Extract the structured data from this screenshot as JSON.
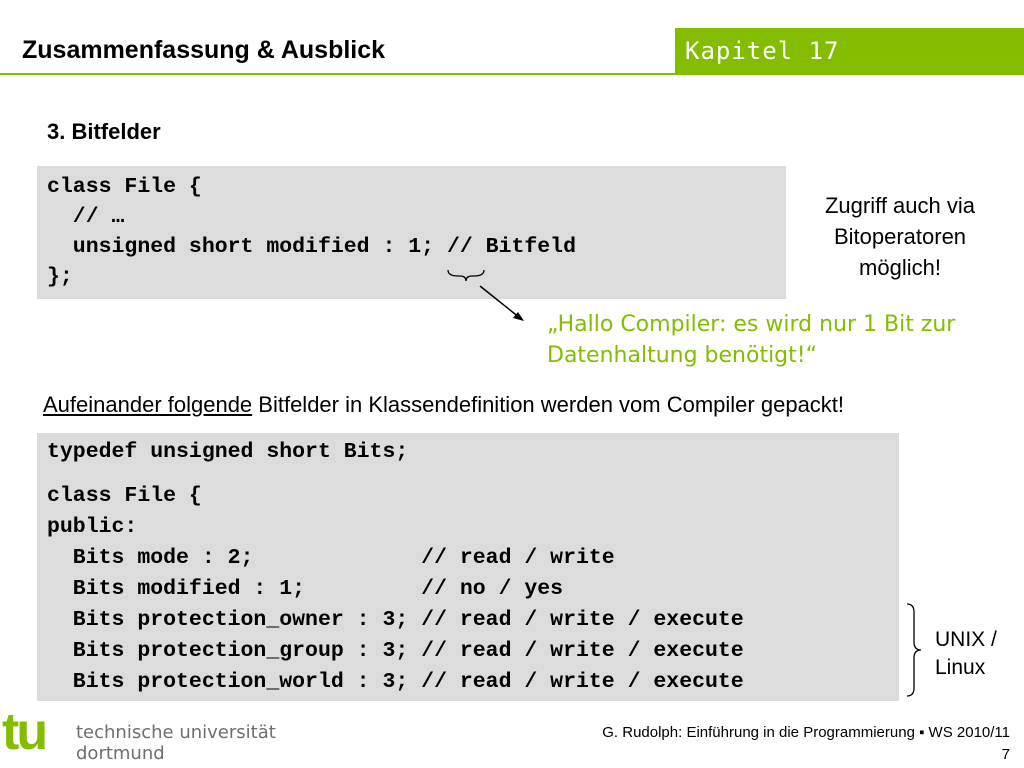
{
  "header": {
    "title": "Zusammenfassung & Ausblick",
    "chapter": "Kapitel 17",
    "accent_color": "#84bd00"
  },
  "section_title": "3. Bitfelder",
  "code1": {
    "lines": [
      "class File {",
      "  // …",
      "  unsigned short modified : 1; // Bitfeld",
      "};"
    ]
  },
  "side_note": {
    "lines": [
      "Zugriff auch via",
      "Bitoperatoren",
      "möglich!"
    ]
  },
  "compiler_note": {
    "lines": [
      "„Hallo Compiler: es wird nur 1 Bit zur",
      "Datenhaltung benötigt!“"
    ]
  },
  "statement": {
    "underlined": "Aufeinander folgende",
    "rest": " Bitfelder in Klassendefinition werden vom Compiler gepackt!"
  },
  "code2": {
    "lines": [
      "typedef unsigned short Bits;",
      "class File {",
      "public:",
      "  Bits mode : 2;             // read / write",
      "  Bits modified : 1;         // no / yes",
      "  Bits protection_owner : 3; // read / write / execute",
      "  Bits protection_group : 3; // read / write / execute",
      "  Bits protection_world : 3; // read / write / execute"
    ]
  },
  "unix_label": {
    "lines": [
      "UNIX /",
      "Linux"
    ]
  },
  "logo": {
    "mark": "tu",
    "line1": "technische universität",
    "line2": "dortmund"
  },
  "footer": {
    "credit": "G. Rudolph: Einführung in die Programmierung ▪ WS 2010/11",
    "page": "7"
  }
}
